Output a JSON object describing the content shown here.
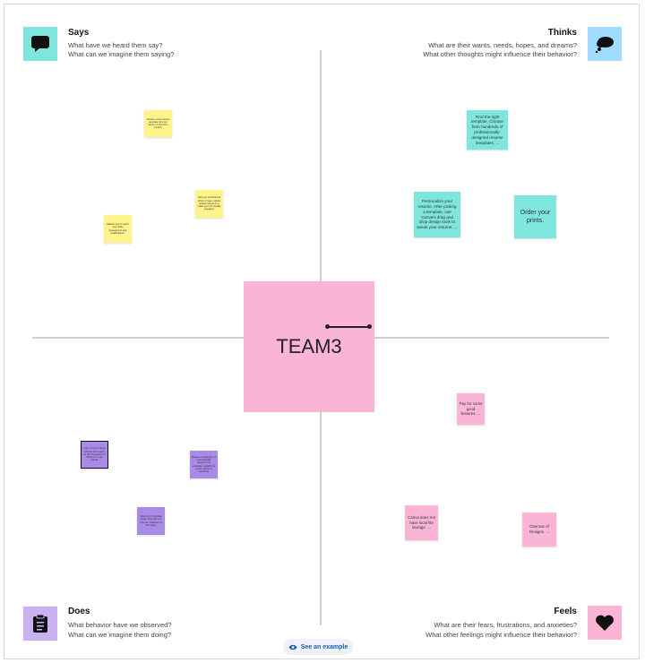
{
  "quadrants": {
    "says": {
      "title": "Says",
      "line1": "What have we heard them say?",
      "line2": "What can we imagine them saying?",
      "icon": "speech-bubble-icon",
      "icon_bg": "#7ee6dc"
    },
    "thinks": {
      "title": "Thinks",
      "line1": "What are their wants, needs, hopes, and dreams?",
      "line2": "What other thoughts might influence their behavior?",
      "icon": "thought-cloud-icon",
      "icon_bg": "#9fdcff"
    },
    "does": {
      "title": "Does",
      "line1": "What behavior have we observed?",
      "line2": "What can we imagine them doing?",
      "icon": "clipboard-icon",
      "icon_bg": "#c8b2f2"
    },
    "feels": {
      "title": "Feels",
      "line1": "What are their fears, frustrations, and anxieties?",
      "line2": "What other feelings might influence their behavior?",
      "icon": "heart-icon",
      "icon_bg": "#f9b4d6"
    }
  },
  "center": {
    "label": "TEAM3"
  },
  "notes": {
    "says_1": "Choose a free resume template from our library or start from scratch.",
    "says_2": "Add your professional photo or logo, include graphic elements to make your CV visually engaging.",
    "says_3": "Edit the text to match your skills, background, and qualifications.",
    "thinks_1": "Find the right template. Choose from hundreds of professionally-designed resume templates. ...",
    "thinks_2": "Personalize your resume. After picking a template, use Canva's drag and drop design tools to tweak your resume. ...",
    "thinks_3": "Order your prints.",
    "does_1": "Log in to your Canva account and search for \"CV Templates\" or \"Resume\" to get started.",
    "does_2": "Browse our selection of professionally designed CV templates, suitable for a wide variety of industries.",
    "does_3": "Select a CV template design that suits you from our collection of free ones.",
    "feels_1": "Pay for some good features. ...",
    "feels_2": "Canva does not have local file storage. ...",
    "feels_3": "Overuse of Designs. ..."
  },
  "footer": {
    "see_example": "See an example",
    "icon": "eye-icon"
  }
}
